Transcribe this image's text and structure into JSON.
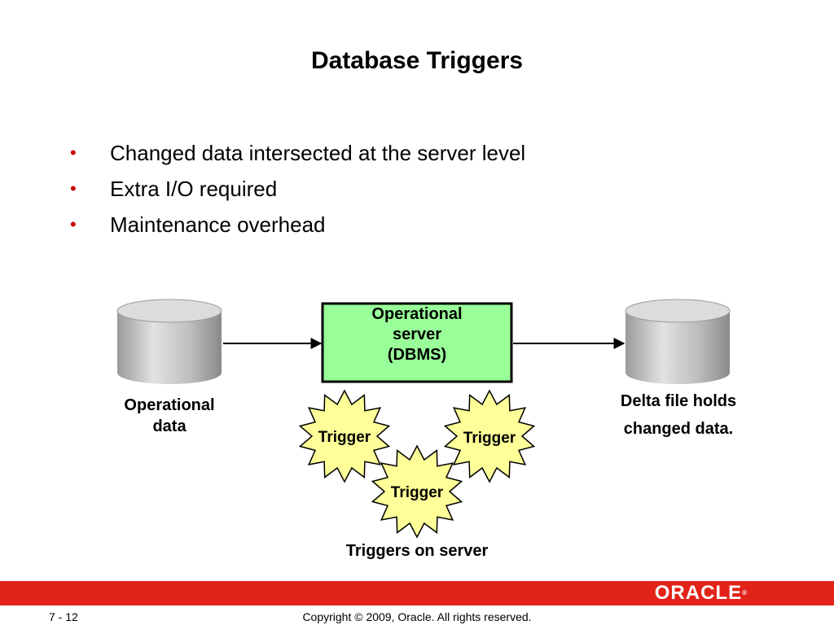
{
  "slide": {
    "title": "Database Triggers",
    "bullet_glyph": "•",
    "bullets": [
      "Changed data intersected at the server level",
      "Extra I/O required",
      "Maintenance overhead"
    ]
  },
  "diagram": {
    "operational_data": [
      "Operational",
      "data"
    ],
    "server": [
      "Operational",
      "server",
      "(DBMS)"
    ],
    "delta": [
      "Delta file holds",
      "changed data."
    ],
    "trigger_label": "Trigger",
    "caption": "Triggers on server",
    "colors": {
      "server_fill": "#99ff99",
      "trigger_fill": "#ffff99",
      "cylinder_gray": "#b8b8b8"
    }
  },
  "footer": {
    "page_number": "7 - 12",
    "copyright": "Copyright © 2009, Oracle. All rights reserved.",
    "logo_text": "ORACLE",
    "logo_mark": "®",
    "bar_color": "#e2231a"
  }
}
